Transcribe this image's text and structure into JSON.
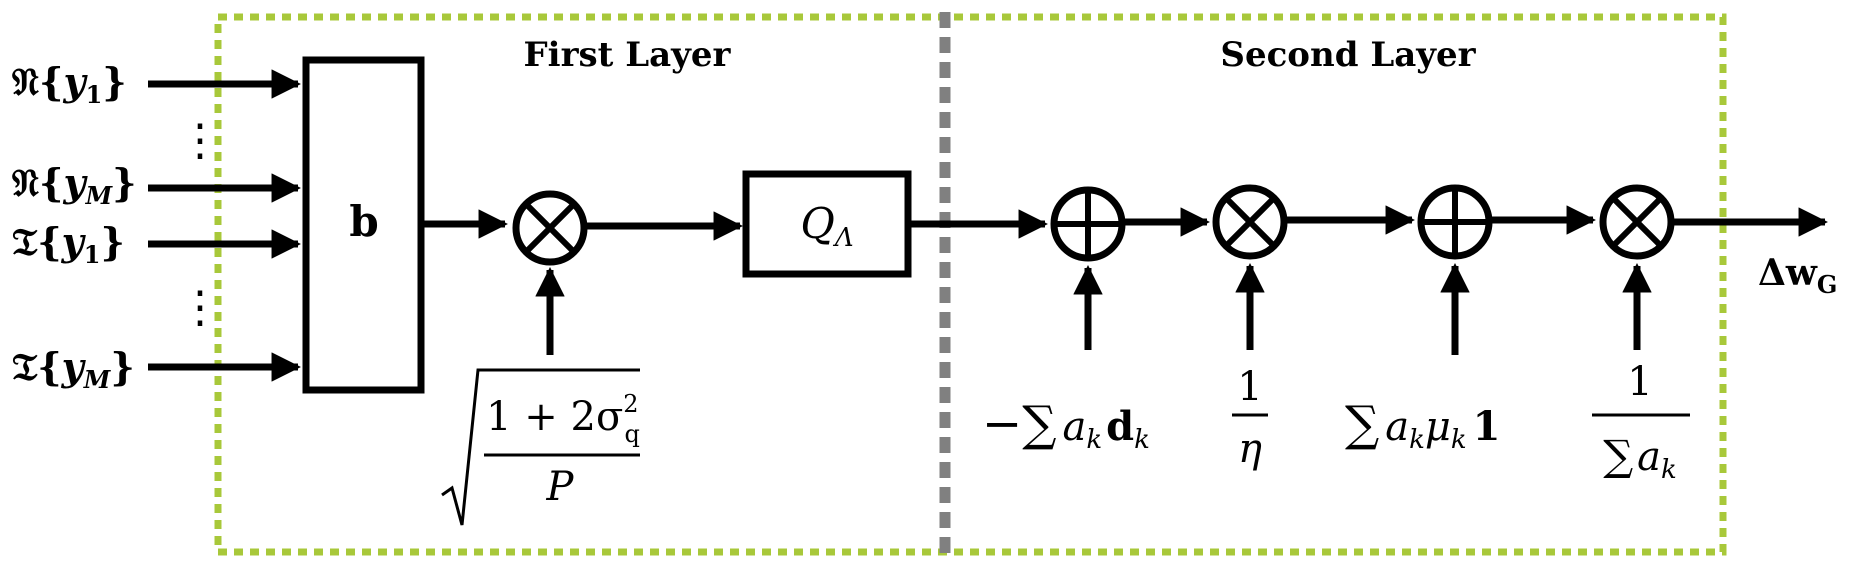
{
  "layers": {
    "first_title": "First Layer",
    "second_title": "Second Layer"
  },
  "inputs": {
    "re_y1_prefix": "𝔑{",
    "re_y1_var": "y",
    "re_y1_sub": "1",
    "re_yM_prefix": "𝔑{",
    "re_yM_var": "y",
    "re_yM_sub": "M",
    "im_y1_prefix": "𝔗{",
    "im_y1_var": "y",
    "im_y1_sub": "1",
    "im_yM_prefix": "𝔗{",
    "im_yM_var": "y",
    "im_yM_sub": "M",
    "close_brace": "}",
    "vdots": "⋮"
  },
  "blocks": {
    "b_label": "b",
    "quantizer_Q": "Q",
    "quantizer_sub": "Λ"
  },
  "gain": {
    "numerator": "1 + 2σ",
    "num_sup": "2",
    "num_sub": "q",
    "denominator": "P"
  },
  "second_layer_inputs": {
    "sum_neg_prefix": "−∑",
    "sum_neg_a": "a",
    "sum_neg_k": "k",
    "sum_neg_d": "d",
    "sum_neg_dk": "k",
    "eta_num": "1",
    "eta_den": "η",
    "sum_mu_prefix": "∑",
    "sum_mu_a": "a",
    "sum_mu_k": "k",
    "sum_mu_mu": "μ",
    "sum_mu_muk": "k",
    "sum_mu_one": "1",
    "inv_num": "1",
    "inv_den_sum": "∑",
    "inv_den_a": "a",
    "inv_den_k": "k"
  },
  "output": {
    "delta_w": "Δw",
    "sub": "G"
  },
  "colors": {
    "border_green": "#a8c83a",
    "divider_gray": "#808080",
    "line_black": "#000000"
  }
}
